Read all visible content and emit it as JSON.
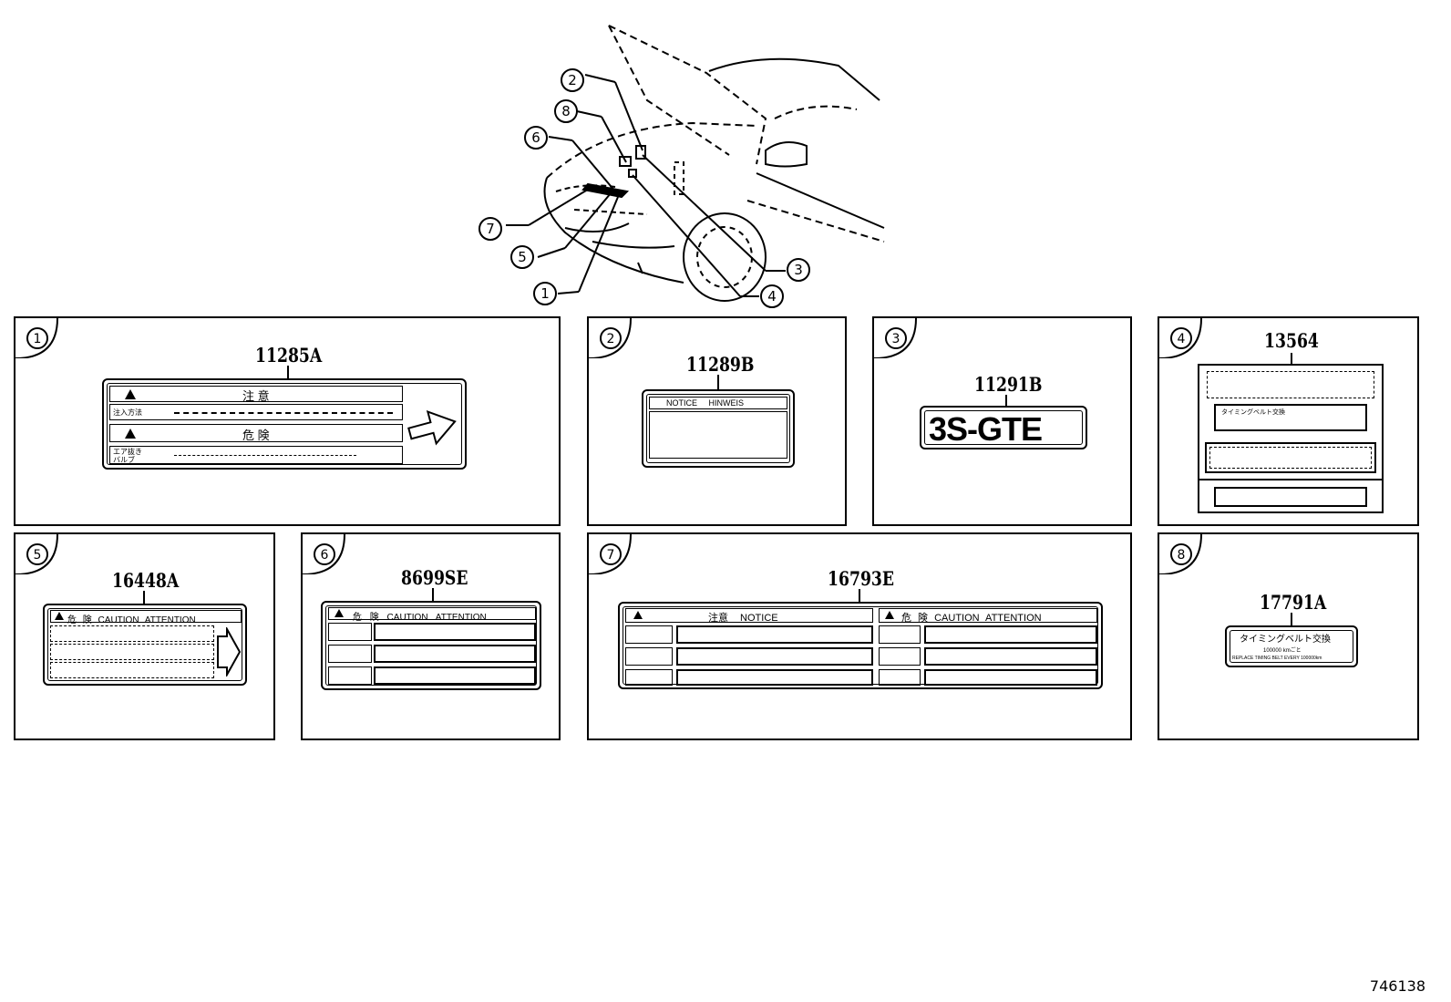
{
  "diagram": {
    "callouts": [
      "1",
      "2",
      "3",
      "4",
      "5",
      "6",
      "7",
      "8"
    ]
  },
  "panels": [
    {
      "index": "1",
      "part": "11285A"
    },
    {
      "index": "2",
      "part": "11289B"
    },
    {
      "index": "3",
      "part": "11291B"
    },
    {
      "index": "4",
      "part": "13564"
    },
    {
      "index": "5",
      "part": "16448A"
    },
    {
      "index": "6",
      "part": "8699SE"
    },
    {
      "index": "7",
      "part": "16793E"
    },
    {
      "index": "8",
      "part": "17791A"
    }
  ],
  "labels": {
    "l1": {
      "notice": "注 意",
      "danger": "危 険",
      "row1": "注入方法",
      "row2": "エア抜き\nバルブ"
    },
    "l2": {
      "header": "NOTICE HINWEIS"
    },
    "l3": {
      "text": "3S-GTE"
    },
    "l4": {
      "line": "タイミングベルト交換"
    },
    "l5": {
      "header": "危 険 CAUTION ATTENTION"
    },
    "l6": {
      "header": "危 険 CAUTION ATTENTION"
    },
    "l7": {
      "left": "注意 NOTICE",
      "right": "危 険 CAUTION ATTENTION"
    },
    "l8": {
      "title": "タイミングベルト交換",
      "line2": "100000 kmごと",
      "line3": "REPLACE TIMING BELT EVERY 100000km"
    }
  },
  "footer": {
    "code": "746138"
  }
}
